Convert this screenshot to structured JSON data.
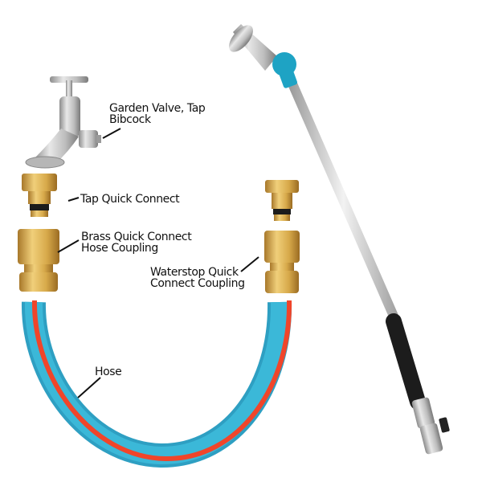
{
  "labels": {
    "valve_line1": "Garden Valve, Tap",
    "valve_line2": "Bibcock",
    "tap_connect": "Tap Quick Connect",
    "brass_line1": "Brass Quick Connect",
    "brass_line2": "Hose Coupling",
    "waterstop_line1": "Waterstop Quick",
    "waterstop_line2": "Connect Coupling",
    "hose": "Hose"
  },
  "colors": {
    "brass": "#d7a94a",
    "brass_dark": "#a8782a",
    "chrome": "#c9c9c9",
    "chrome_dark": "#8d8d8d",
    "hose_blue": "#3bb8d8",
    "hose_red": "#f0452a",
    "nozzle_teal": "#1ea3c4",
    "grip_black": "#1c1c1c",
    "text": "#111111"
  }
}
